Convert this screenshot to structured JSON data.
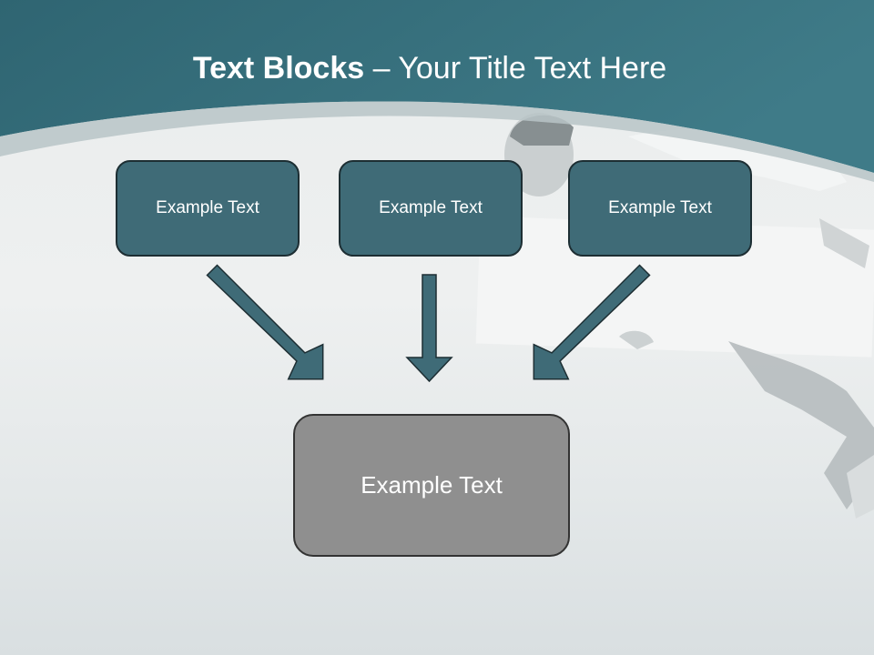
{
  "slide": {
    "title_bold": "Text Blocks",
    "title_dash": " – ",
    "title_rest": "Your Title Text Here"
  },
  "blocks": {
    "top": [
      "Example Text",
      "Example Text",
      "Example Text"
    ],
    "bottom": "Example Text"
  },
  "colors": {
    "header_teal": "#3d7480",
    "block_fill": "#3f6b77",
    "block_border": "#1d2e33",
    "bottom_block_fill": "#8f8f8f",
    "arrow_fill": "#3f6b77"
  }
}
